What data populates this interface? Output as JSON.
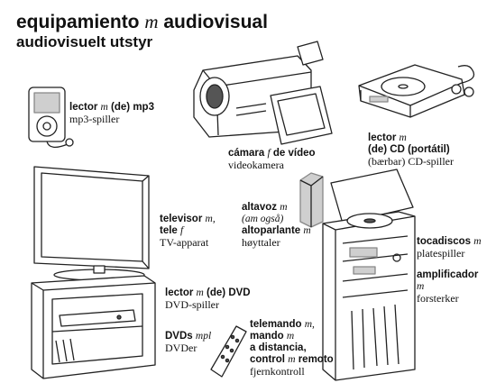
{
  "title": {
    "es_text": "equipamiento",
    "es_gender": "m",
    "es_rest": "audiovisual",
    "no_text": "audiovisuelt utstyr"
  },
  "items": {
    "mp3": {
      "es1": "lector",
      "g1": "m",
      "es2": "(de) mp3",
      "no": "mp3-spiller"
    },
    "camera": {
      "es1": "cámara",
      "g1": "f",
      "es2": "de vídeo",
      "no": "videokamera"
    },
    "cd": {
      "es1": "lector",
      "g1": "m",
      "es2": "(de) CD (portátil)",
      "no": "(bærbar) CD-spiller"
    },
    "tv": {
      "es1": "televisor",
      "g1": "m,",
      "es2": "tele",
      "g2": "f",
      "no": "TV-apparat"
    },
    "speaker": {
      "es1": "altavoz",
      "g1": "m",
      "note": "(am også)",
      "es2": "altoparlante",
      "g2": "m",
      "no": "høyttaler"
    },
    "turntable": {
      "es1": "tocadiscos",
      "g1": "m",
      "no": "platespiller"
    },
    "amplifier": {
      "es1": "amplificador",
      "g1": "m",
      "no": "forsterker"
    },
    "dvd_player": {
      "es1": "lector",
      "g1": "m",
      "es2": "(de) DVD",
      "no": "DVD-spiller"
    },
    "remote": {
      "es1": "telemando",
      "g1": "m,",
      "es2": "mando",
      "g2": "m",
      "es3": "a distancia,",
      "es4": "control",
      "g4": "m",
      "es5": "remoto",
      "no": "fjernkontroll"
    },
    "dvds": {
      "es1": "DVDs",
      "g1": "mpl",
      "no": "DVDer"
    }
  },
  "icons": [
    "mp3-player-icon",
    "video-camera-icon",
    "portable-cd-player-icon",
    "television-icon",
    "speaker-icon",
    "stereo-system-icon",
    "dvd-player-icon",
    "remote-control-icon",
    "dvd-discs-icon"
  ]
}
